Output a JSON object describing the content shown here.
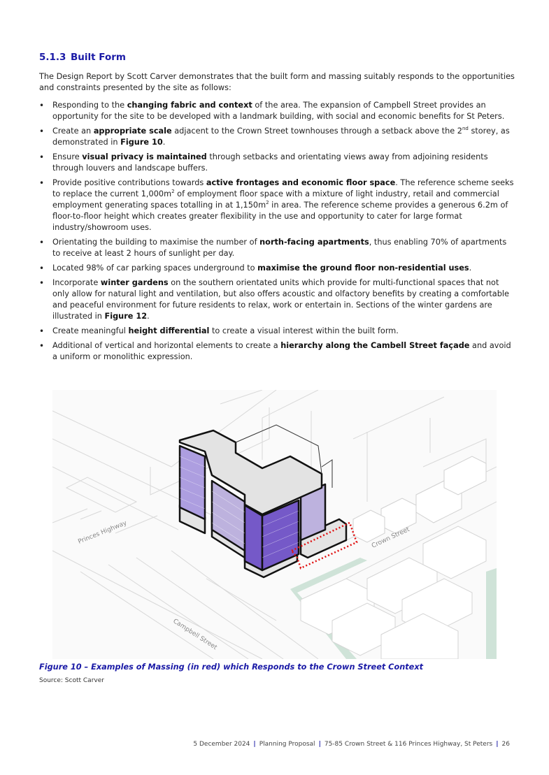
{
  "section": {
    "number": "5.1.3",
    "title": "Built Form"
  },
  "intro": "The Design Report by Scott Carver demonstrates that the built form and massing suitably responds to the opportunities and constraints presented by the site as follows:",
  "bullets": [
    {
      "pre": "Responding to the ",
      "bold": "changing fabric and context",
      "post": " of the area. The expansion of Campbell Street provides an opportunity for the site to be developed with a landmark building, with social and economic benefits for St Peters."
    },
    {
      "pre": "Create an ",
      "bold": "appropriate scale",
      "post_a": " adjacent to the Crown Street townhouses through a setback above the 2",
      "sup": "nd",
      "post_b": " storey, as demonstrated in ",
      "bold2": "Figure 10",
      "post_c": "."
    },
    {
      "pre": "Ensure ",
      "bold": "visual privacy is maintained",
      "post": " through setbacks and orientating views away from adjoining residents through louvers and landscape buffers."
    },
    {
      "pre": "Provide positive contributions towards ",
      "bold": "active frontages and economic floor space",
      "post_a": ". The reference scheme seeks to replace the current 1,000m",
      "sup1": "2",
      "post_b": " of employment floor space with a mixture of light industry, retail and commercial employment generating spaces totalling in at 1,150m",
      "sup2": "2",
      "post_c": " in area. The reference scheme provides a generous 6.2m of floor-to-floor height which creates greater flexibility in the use and opportunity to cater for large format industry/showroom uses."
    },
    {
      "pre": "Orientating the building to maximise the number of ",
      "bold": "north-facing apartments",
      "post": ", thus enabling 70% of apartments to receive at least 2 hours of sunlight per day."
    },
    {
      "pre": "Located 98% of car parking spaces underground to ",
      "bold": "maximise the ground floor non-residential uses",
      "post": "."
    },
    {
      "pre": "Incorporate ",
      "bold": "winter gardens",
      "post_a": " on the southern orientated units which provide for multi-functional spaces that not only allow for natural light and ventilation, but also offers acoustic and olfactory benefits by creating a comfortable and peaceful environment for future residents to relax, work or entertain in. Sections of the winter gardens are illustrated in ",
      "bold2": "Figure 12",
      "post_b": "."
    },
    {
      "pre": "Create meaningful ",
      "bold": "height differential",
      "post": " to create a visual interest within the built form."
    },
    {
      "pre": "Additional of vertical and horizontal elements to create a ",
      "bold": "hierarchy along the Cambell Street façade",
      "post": " and avoid a uniform or monolithic expression."
    }
  ],
  "figure": {
    "labels": {
      "princes_highway": "Princes Highway",
      "crown_street": "Crown Street",
      "campbell_street": "Campbell Street"
    },
    "colors": {
      "purple_dark": "#7559c8",
      "purple_light": "#b7aadb",
      "roof_grey": "#e3e3e3",
      "setback_red": "#e01010",
      "landscape_green": "#cfe3d8"
    }
  },
  "caption": "Figure 10 – Examples of Massing (in red) which Responds to the Crown Street Context",
  "source": "Source: Scott Carver",
  "footer": {
    "date": "5 December 2024",
    "doc": "Planning Proposal",
    "address": "75-85 Crown Street & 116 Princes Highway, St Peters",
    "page": "26"
  },
  "colors": {
    "accent": "#1a1aa6"
  }
}
